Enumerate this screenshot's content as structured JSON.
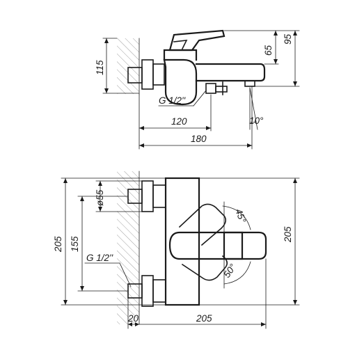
{
  "views": {
    "side": {
      "dims": {
        "d115": "115",
        "d95": "95",
        "d65": "65",
        "thread": "G 1/2''",
        "d120": "120",
        "d180": "180",
        "angle10": "10°"
      }
    },
    "front": {
      "dims": {
        "d205_left": "205",
        "d155": "155",
        "dia55": "ø55",
        "thread": "G 1/2''",
        "d20": "20",
        "d205_bottom": "205",
        "d205_right": "205",
        "angle45": "45°",
        "angle50": "50°"
      }
    }
  }
}
